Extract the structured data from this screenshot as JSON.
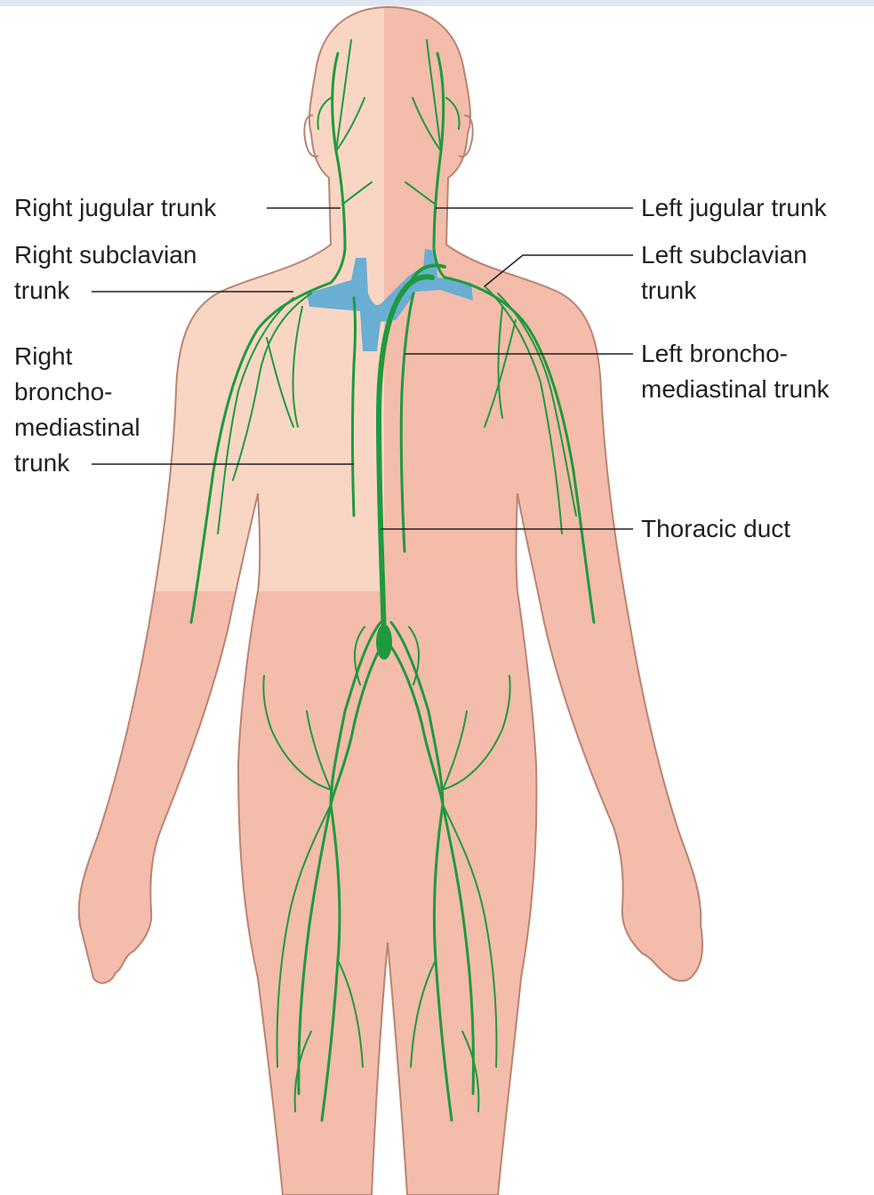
{
  "colors": {
    "top_strip": "#dfe6f2",
    "skin_right_side": "#f9d6c4",
    "skin_left_side": "#f4bcaa",
    "skin_outline": "#b98473",
    "lymph_vessel": "#1e9a3e",
    "veins": "#6aaed3",
    "leader_line": "#231f20"
  },
  "labels": {
    "right_jugular_trunk": [
      "Right jugular trunk"
    ],
    "right_subclavian_trunk": [
      "Right subclavian",
      "trunk"
    ],
    "right_bronchomediastinal_trunk": [
      "Right",
      "broncho-",
      "mediastinal",
      "trunk"
    ],
    "left_jugular_trunk": [
      "Left jugular trunk"
    ],
    "left_subclavian_trunk": [
      "Left subclavian",
      "trunk"
    ],
    "left_bronchomediastinal_trunk": [
      "Left broncho-",
      "mediastinal trunk"
    ],
    "thoracic_duct": [
      "Thoracic duct"
    ]
  }
}
